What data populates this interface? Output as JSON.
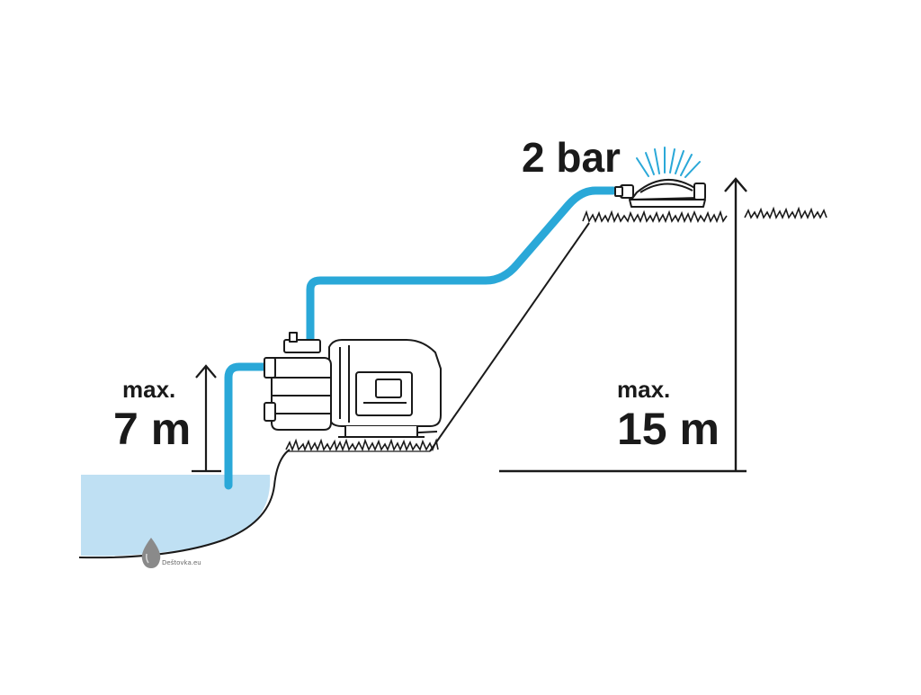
{
  "diagram": {
    "pressure_label": "2 bar",
    "suction_height": {
      "prefix": "max.",
      "value": "7 m"
    },
    "delivery_height": {
      "prefix": "max.",
      "value": "15 m"
    },
    "watermark": "Deštovka.eu"
  },
  "colors": {
    "hose": "#2aa8d8",
    "water": "#bfe0f3",
    "line": "#1a1a1a",
    "spray": "#2aa8d8"
  },
  "icons": [
    "water-drop-icon",
    "sprinkler-icon",
    "garden-pump-icon",
    "arrow-up-icon"
  ]
}
